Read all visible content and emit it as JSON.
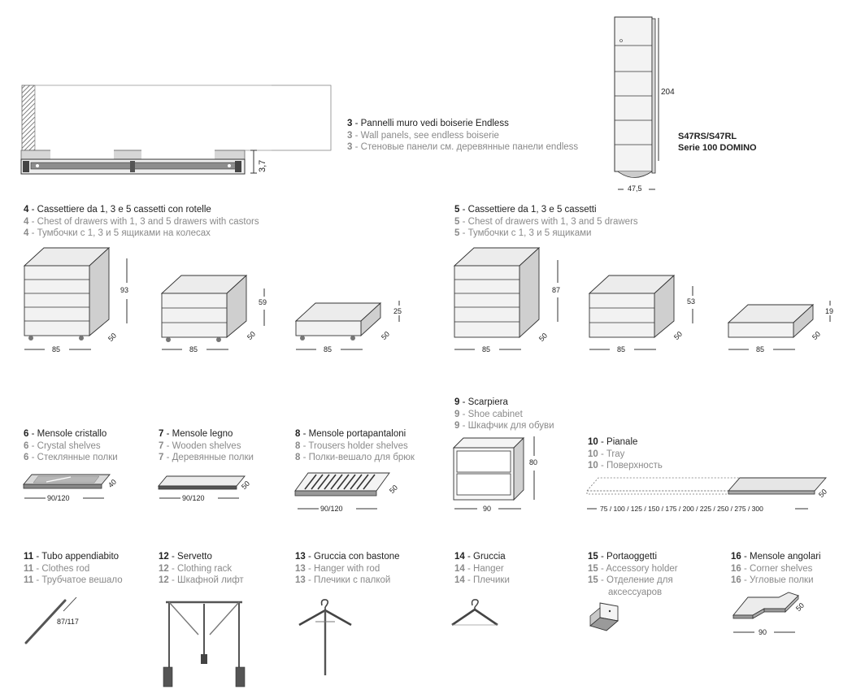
{
  "sections": {
    "s3": {
      "num": "3",
      "it": "Pannelli muro vedi boiserie Endless",
      "en": "Wall panels, see endless boiserie",
      "ru": "Стеновые панели см. деревянные панели endless"
    },
    "s4": {
      "num": "4",
      "it": "Cassettiere da 1, 3 e 5 cassetti con rotelle",
      "en": "Chest of drawers with 1, 3 and 5 drawers with castors",
      "ru": "Тумбочки с 1, 3 и 5 ящиками на колесах"
    },
    "s5": {
      "num": "5",
      "it": "Cassettiere da 1, 3 e 5 cassetti",
      "en": "Chest of drawers with 1, 3 and 5 drawers",
      "ru": "Тумбочки с 1, 3 и 5 ящиками"
    },
    "s6": {
      "num": "6",
      "it": "Mensole cristallo",
      "en": "Crystal shelves",
      "ru": "Стеклянные полки"
    },
    "s7": {
      "num": "7",
      "it": "Mensole legno",
      "en": "Wooden shelves",
      "ru": "Деревянные полки"
    },
    "s8": {
      "num": "8",
      "it": "Mensole portapantaloni",
      "en": "Trousers holder shelves",
      "ru": "Полки-вешало для брюк"
    },
    "s9": {
      "num": "9",
      "it": "Scarpiera",
      "en": "Shoe cabinet",
      "ru": "Шкафчик для обуви"
    },
    "s10": {
      "num": "10",
      "it": "Pianale",
      "en": "Tray",
      "ru": "Поверхность"
    },
    "s11": {
      "num": "11",
      "it": "Tubo appendiabito",
      "en": "Clothes rod",
      "ru": "Трубчатое вешало"
    },
    "s12": {
      "num": "12",
      "it": "Servetto",
      "en": "Clothing rack",
      "ru": "Шкафной лифт"
    },
    "s13": {
      "num": "13",
      "it": "Gruccia con bastone",
      "en": "Hanger with rod",
      "ru": "Плечики с палкой"
    },
    "s14": {
      "num": "14",
      "it": "Gruccia",
      "en": "Hanger",
      "ru": "Плечики"
    },
    "s15": {
      "num": "15",
      "it": "Portaoggetti",
      "en": "Accessory holder",
      "ru": "Отделение для",
      "ru2": "аксессуаров"
    },
    "s16": {
      "num": "16",
      "it": "Mensole angolari",
      "en": "Corner shelves",
      "ru": "Угловые полки"
    }
  },
  "column": {
    "code": "S47RS/S47RL",
    "serie": "Serie 100",
    "serie_name": "DOMINO",
    "height": "204",
    "depth": "47,5"
  },
  "panel": {
    "dim": "3,7"
  },
  "dims": {
    "c4a": {
      "w": "85",
      "h": "93",
      "d": "50"
    },
    "c4b": {
      "w": "85",
      "h": "59",
      "d": "50"
    },
    "c4c": {
      "w": "85",
      "h": "25",
      "d": "50"
    },
    "c5a": {
      "w": "85",
      "h": "87",
      "d": "50"
    },
    "c5b": {
      "w": "85",
      "h": "53",
      "d": "50"
    },
    "c5c": {
      "w": "85",
      "h": "19",
      "d": "50"
    },
    "s6": {
      "w": "90/120",
      "d": "40"
    },
    "s7": {
      "w": "90/120",
      "d": "50"
    },
    "s8": {
      "w": "90/120",
      "d": "50"
    },
    "s9": {
      "w": "90",
      "h": "80"
    },
    "s10": {
      "w": "75 / 100 / 125 / 150 / 175 / 200 / 225 / 250 / 275 / 300",
      "d": "50"
    },
    "s11": {
      "w": "87/117"
    },
    "s16": {
      "w": "90",
      "d": "50"
    }
  }
}
